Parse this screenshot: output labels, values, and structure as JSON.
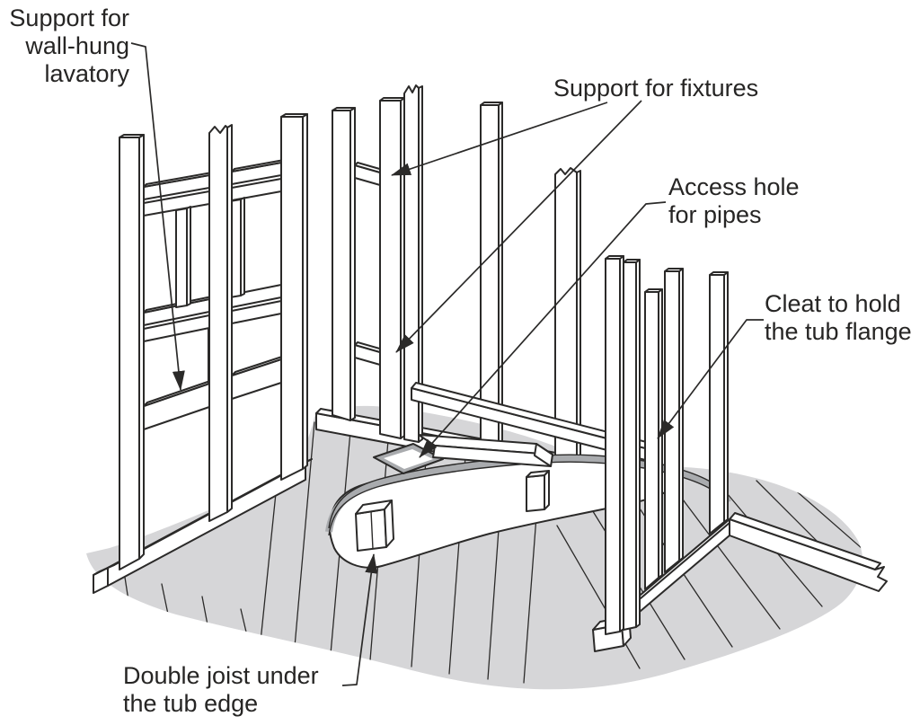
{
  "figure": {
    "type": "technical-illustration",
    "subject": "Bathtub alcove framing with supports, access hole, cleat and double joist",
    "background_color": "#ffffff",
    "line_color": "#2b2a29",
    "floor_color": "#d6d6d8",
    "flange_color": "#a9abae",
    "hole_border_color": "#a9abae",
    "lumber_color": "#ffffff"
  },
  "labels": {
    "lavatory_support": {
      "lines": [
        "Support for",
        "wall-hung",
        "lavatory"
      ]
    },
    "fixture_support": {
      "text": "Support for fixtures"
    },
    "access_hole": {
      "lines": [
        "Access hole",
        "for pipes"
      ]
    },
    "cleat": {
      "lines": [
        "Cleat to hold",
        "the tub flange"
      ]
    },
    "double_joist": {
      "lines": [
        "Double joist under",
        "the tub edge"
      ]
    }
  }
}
